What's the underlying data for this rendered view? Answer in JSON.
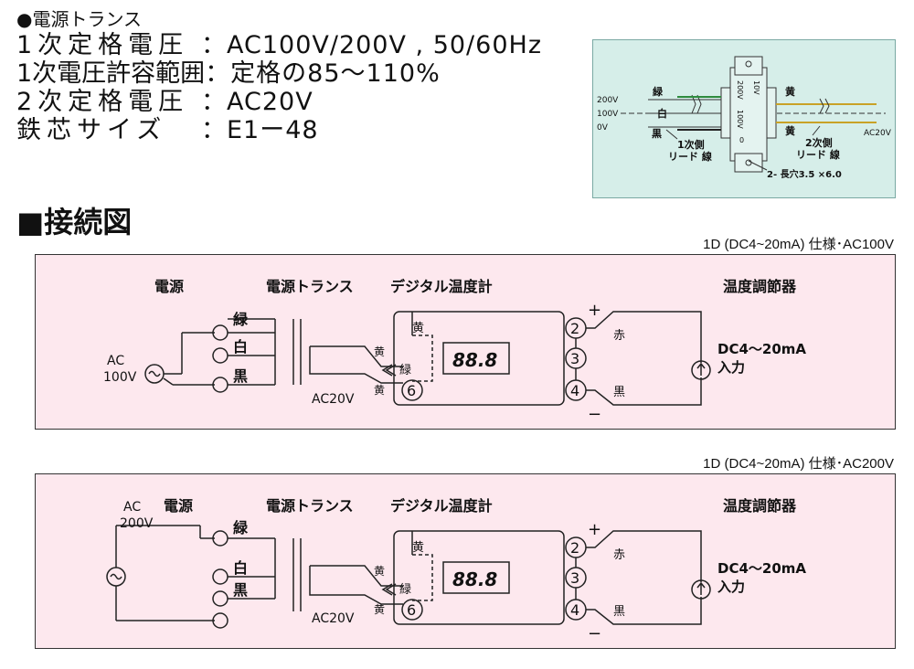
{
  "specs": {
    "title": "●電源トランス",
    "rows": [
      {
        "key": "1次定格電圧",
        "value": "：AC100V/200V , 50/60Hz"
      },
      {
        "key": "1次電圧許容範囲",
        "value": "：定格の85〜110%"
      },
      {
        "key": "2次定格電圧",
        "value": "：AC20V"
      },
      {
        "key": "鉄芯サイズ",
        "value": "：E1ー48"
      }
    ]
  },
  "inset": {
    "v200": "200V",
    "v100": "100V",
    "v0": "0V",
    "green": "緑",
    "white": "白",
    "black": "黒",
    "yellow1": "黄",
    "yellow2": "黄",
    "primary_lead_1": "1次側",
    "primary_lead_2": "リード 線",
    "secondary_lead_1": "2次側",
    "secondary_lead_2": "リード 線",
    "hole": "2- 長穴3.5 ×6.0",
    "ac20v": "AC20V",
    "tap_200": "200V",
    "tap_100": "100V",
    "tap_0": "0",
    "tap_10": "10V"
  },
  "section_title": "■接続図",
  "diagrams": [
    {
      "spec_label": "1D (DC4~20mA) 仕様･AC100V",
      "power_label": "電源",
      "trans_label": "電源トランス",
      "meter_label": "デジタル温度計",
      "ctrl_label": "温度調節器",
      "ac": "AC",
      "volt": "100V",
      "green": "緑",
      "white": "白",
      "black": "黒",
      "yellow_top": "黄",
      "yellow_bot": "黄",
      "ac20": "AC20V",
      "meter_yellow": "黄",
      "meter_green": "緑",
      "display": "88.8",
      "t2": "2",
      "t3": "3",
      "t4": "4",
      "t6": "6",
      "plus": "+",
      "minus": "−",
      "red": "赤",
      "black_wire": "黒",
      "out1": "DC4〜20mA",
      "out2": "入力"
    },
    {
      "spec_label": "1D (DC4~20mA) 仕様･AC200V",
      "power_label": "電源",
      "trans_label": "電源トランス",
      "meter_label": "デジタル温度計",
      "ctrl_label": "温度調節器",
      "ac": "AC",
      "volt": "200V",
      "green": "緑",
      "white": "白",
      "black": "黒",
      "yellow_top": "黄",
      "yellow_bot": "黄",
      "ac20": "AC20V",
      "meter_yellow": "黄",
      "meter_green": "緑",
      "display": "88.8",
      "t2": "2",
      "t3": "3",
      "t4": "4",
      "t6": "6",
      "plus": "+",
      "minus": "−",
      "red": "赤",
      "black_wire": "黒",
      "out1": "DC4〜20mA",
      "out2": "入力"
    }
  ]
}
